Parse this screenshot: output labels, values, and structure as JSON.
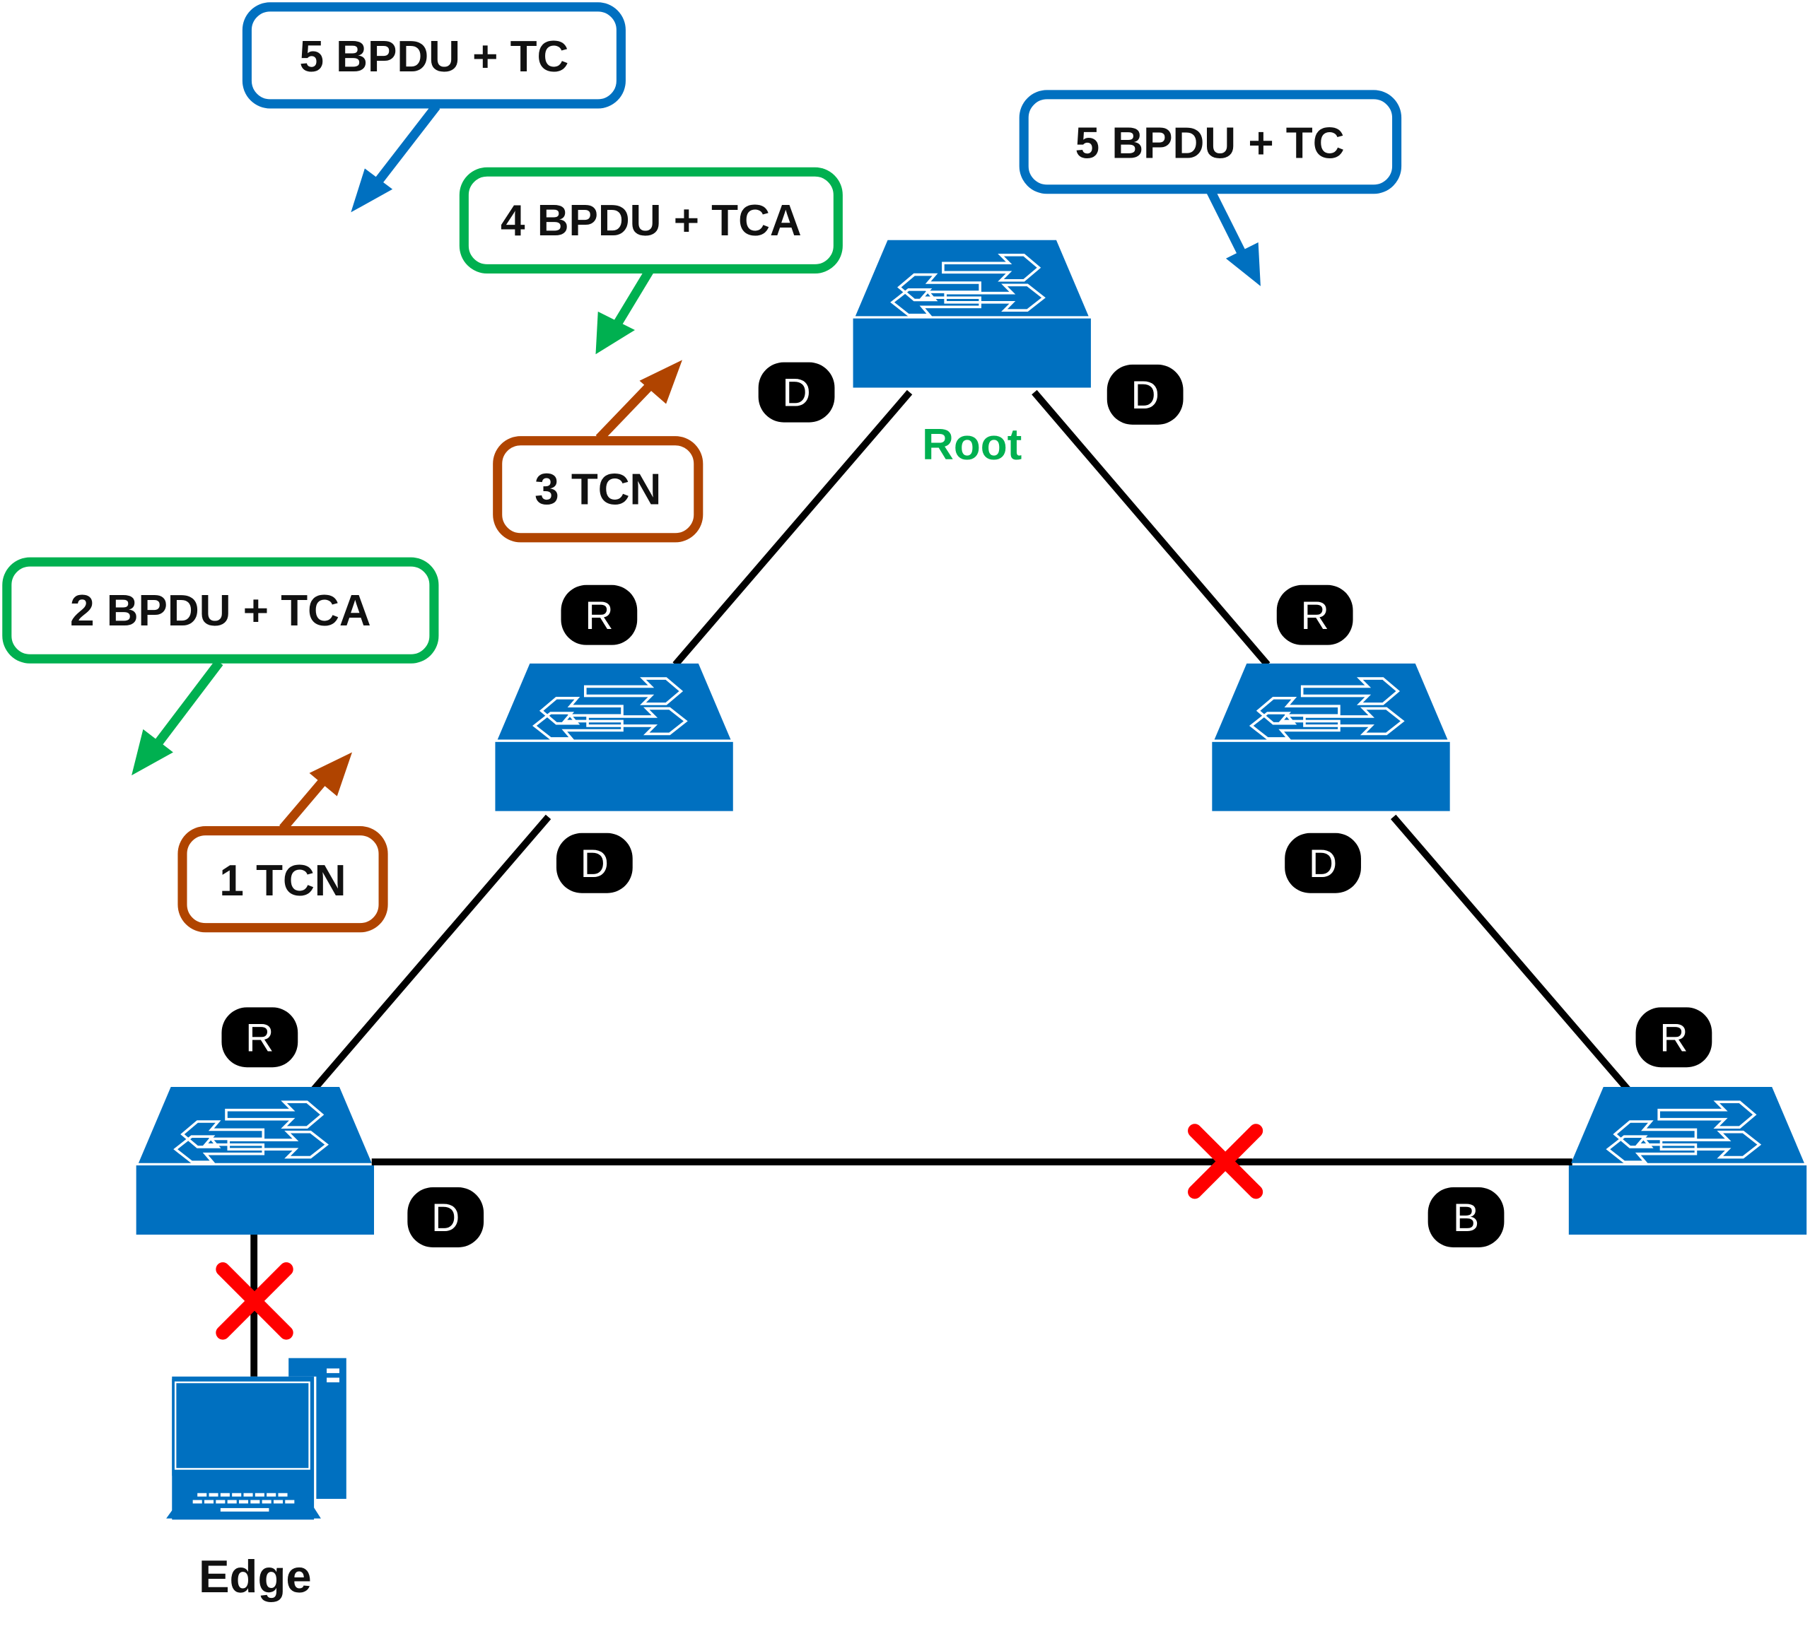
{
  "diagram": {
    "colors": {
      "device_blue": "#0070c0",
      "tc_blue": "#0070c0",
      "tca_green": "#00b050",
      "tcn_brown": "#b04400",
      "link_black": "#000000",
      "block_red": "#ff0000",
      "root_label_green": "#00b050",
      "badge_bg": "#000000",
      "badge_fg": "#ffffff"
    },
    "root_label": "Root",
    "edge_label": "Edge",
    "switches": [
      {
        "id": "sw-root",
        "role": "root"
      },
      {
        "id": "sw-mid-left",
        "role": "non-root"
      },
      {
        "id": "sw-mid-right",
        "role": "non-root"
      },
      {
        "id": "sw-bottom-left",
        "role": "non-root"
      },
      {
        "id": "sw-bottom-right",
        "role": "non-root"
      }
    ],
    "port_badges": [
      {
        "id": "root-left",
        "label": "D"
      },
      {
        "id": "root-right",
        "label": "D"
      },
      {
        "id": "midleft-top",
        "label": "R"
      },
      {
        "id": "midleft-bottom",
        "label": "D"
      },
      {
        "id": "midright-top",
        "label": "R"
      },
      {
        "id": "midright-bottom",
        "label": "D"
      },
      {
        "id": "bottomleft-top",
        "label": "R"
      },
      {
        "id": "bottomleft-right",
        "label": "D"
      },
      {
        "id": "bottomright-top",
        "label": "R"
      },
      {
        "id": "bottomright-left",
        "label": "B"
      }
    ],
    "callouts": [
      {
        "id": "c1",
        "label": "1 TCN",
        "kind": "tcn"
      },
      {
        "id": "c2",
        "label": "2 BPDU + TCA",
        "kind": "tca"
      },
      {
        "id": "c3",
        "label": "3 TCN",
        "kind": "tcn"
      },
      {
        "id": "c4",
        "label": "4 BPDU + TCA",
        "kind": "tca"
      },
      {
        "id": "c5a",
        "label": "5 BPDU + TC",
        "kind": "tc"
      },
      {
        "id": "c5b",
        "label": "5 BPDU + TC",
        "kind": "tc"
      }
    ],
    "links": [
      {
        "from": "sw-root",
        "to": "sw-mid-left",
        "state": "forwarding"
      },
      {
        "from": "sw-root",
        "to": "sw-mid-right",
        "state": "forwarding"
      },
      {
        "from": "sw-mid-left",
        "to": "sw-bottom-left",
        "state": "forwarding"
      },
      {
        "from": "sw-mid-right",
        "to": "sw-bottom-right",
        "state": "forwarding"
      },
      {
        "from": "sw-bottom-left",
        "to": "sw-bottom-right",
        "state": "blocked"
      },
      {
        "from": "sw-bottom-left",
        "to": "edge-pc",
        "state": "down"
      }
    ]
  }
}
